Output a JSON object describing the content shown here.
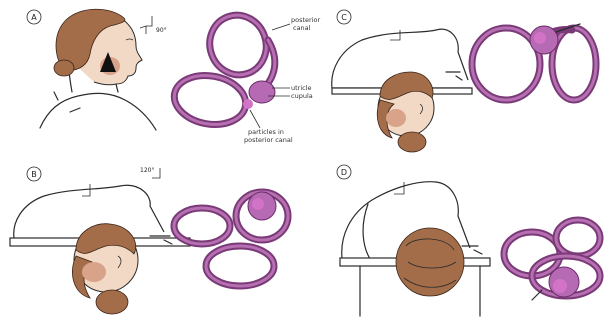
{
  "panels": [
    {
      "id": "A",
      "letter": "A",
      "angle_label": "90°"
    },
    {
      "id": "B",
      "letter": "B",
      "angle_label": "120°"
    },
    {
      "id": "C",
      "letter": "C",
      "angle_label": ""
    },
    {
      "id": "D",
      "letter": "D",
      "angle_label": ""
    }
  ],
  "labels": {
    "posterior_canal_1": "posterior",
    "posterior_canal_2": "canal",
    "utricle": "utricle",
    "cupula": "cupula",
    "particles_1": "particles in",
    "particles_2": "posterior canal"
  },
  "colors": {
    "canal": "#7a3a78",
    "canal_light": "#b670b2",
    "particles": "#d273c8",
    "hair": "#a46d4a",
    "skin": "#f1d9c6",
    "ink": "#2b2b2b"
  }
}
